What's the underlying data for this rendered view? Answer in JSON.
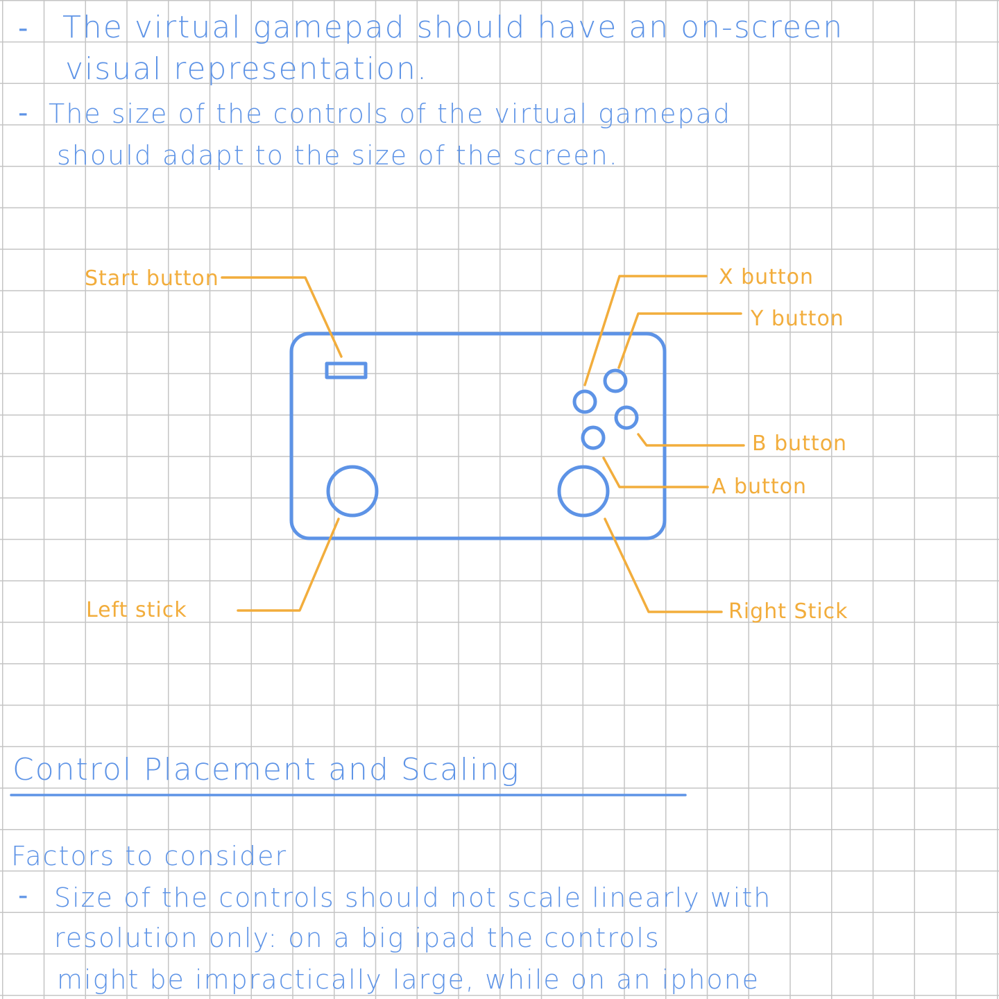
{
  "notes": {
    "bullet_symbol": "-",
    "bullet1": {
      "line1": "The virtual gamepad should have an on-screen",
      "line2": "visual representation."
    },
    "bullet2": {
      "line1": "The size of the controls of the virtual gamepad",
      "line2": "should adapt to the size of the screen."
    }
  },
  "diagram": {
    "labels": {
      "start": "Start button",
      "x": "X button",
      "y": "Y button",
      "b": "B button",
      "a": "A button",
      "left_stick": "Left stick",
      "right_stick": "Right Stick"
    }
  },
  "section": {
    "heading": "Control Placement and Scaling",
    "subheading": "Factors to consider",
    "bullet3": {
      "line1": "Size of the controls should not scale linearly with",
      "line2": "resolution only: on a big ipad the controls",
      "line3": "might be impractically large, while on an iphone"
    }
  },
  "colors": {
    "ink_blue": "#5d93e6",
    "ink_orange": "#f2ad3c",
    "grid": "#c4c4c4"
  }
}
